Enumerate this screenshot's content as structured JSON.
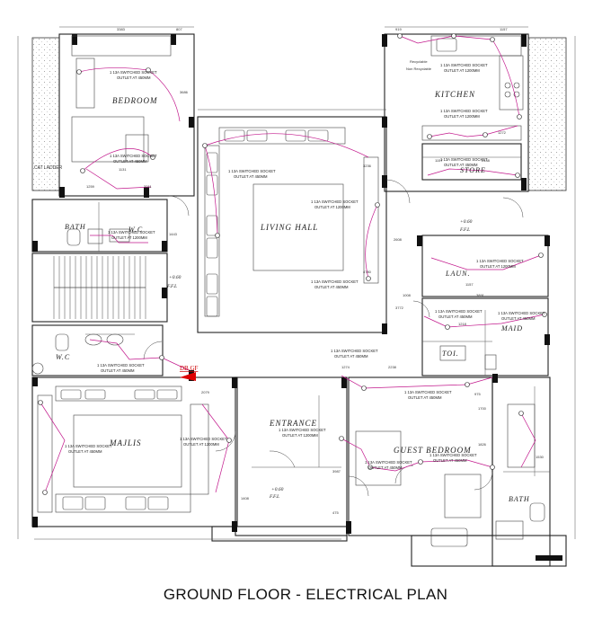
{
  "plan_title": "GROUND FLOOR - ELECTRICAL PLAN",
  "rooms": {
    "bedroom": "BEDROOM",
    "kitchen": "KITCHEN",
    "store": "STORE",
    "living_hall": "LIVING  HALL",
    "bath_1": "BATH",
    "wc_1": "W.C",
    "laundry": "LAUN.",
    "maid": "MAID",
    "toilet": "TOI.",
    "wc_2": "W.C",
    "majlis": "MAJLIS",
    "entrance": "ENTRANCE",
    "guest_bedroom": "GUEST  BEDROOM",
    "bath_2": "BATH"
  },
  "levels": {
    "lvl_1": "+0.60",
    "lvl_2": "+0.60",
    "lvl_3": "+0.60",
    "ffl": "F.F.L"
  },
  "db_label": "DB.GF",
  "cat_ladder": "CAT LADDER",
  "kitchen_notes": {
    "recyclable": "Recyclable",
    "non_recyclable": "Non Recyclable"
  },
  "socket_notes": {
    "n1a": "1 13A SWITCHED SOCKET",
    "n1b": "OUTLET AT 450MM",
    "n2a": "1 13A SWITCHED SOCKET",
    "n2b": "OUTLET AT 450MM",
    "n3a": "1 13A SWITCHED SOCKET",
    "n3b": "OUTLET AT 450MM",
    "n4a": "1 13A SWITCHED SOCKET",
    "n4b": "OUTLET AT 1200MM",
    "n5a": "1 13A SWITCHED SOCKET",
    "n5b": "OUTLET AT 450MM",
    "n6a": "1 13A SWITCHED SOCKET",
    "n6b": "OUTLET AT 1200MM",
    "n7a": "1 13A SWITCHED SOCKET",
    "n7b": "OUTLET AT 1200MM",
    "n8a": "1 13A SWITCHED SOCKET",
    "n8b": "OUTLET AT 450MM",
    "n9a": "1 13A SWITCHED SOCKET",
    "n9b": "OUTLET AT 1200MM",
    "n10a": "1 13A SWITCHED SOCKET",
    "n10b": "OUTLET AT 450MM",
    "n11a": "1 13A SWITCHED SOCKET",
    "n11b": "OUTLET AT 1200MM",
    "n12a": "1 13A SWITCHED SOCKET",
    "n12b": "OUTLET AT 450MM",
    "n13a": "1 13A SWITCHED SOCKET",
    "n13b": "OUTLET AT 450MM",
    "n14a": "1 13A SWITCHED SOCKET",
    "n14b": "OUTLET AT 450MM",
    "n15a": "1 13A SWITCHED SOCKET",
    "n15b": "OUTLET AT 450MM",
    "n16a": "1 13A SWITCHED SOCKET",
    "n16b": "OUTLET AT 1200MM",
    "n17a": "1 13A SWITCHED SOCKET",
    "n17b": "OUTLET AT 450MM",
    "n18a": "1 13A SWITCHED SOCKET",
    "n18b": "OUTLET AT 1200MM",
    "n19a": "1 13A SWITCHED SOCKET",
    "n19b": "OUTLET AT 450MM",
    "n20a": "1 13A SWITCHED SOCKET",
    "n20b": "OUTLET AT 450MM"
  },
  "dimensions": {
    "d1": "3383",
    "d2": "807",
    "d3": "919",
    "d4": "1157",
    "d5": "3211",
    "d6": "1259",
    "d7": "1443",
    "d8": "3236",
    "d9": "2608",
    "d10": "1008",
    "d11": "3891",
    "d12": "1157",
    "d13": "1274",
    "d14": "2238",
    "d15": "2079",
    "d16": "1218",
    "d17": "975",
    "d18": "1157",
    "d19": "3686",
    "d20": "1530",
    "d21": "3987",
    "d22": "1826",
    "d23": "1408",
    "d24": "475",
    "d25": "2448",
    "d26": "1131",
    "d27": "1272",
    "d28": "4780",
    "d29": "1700",
    "d30": "3772"
  }
}
